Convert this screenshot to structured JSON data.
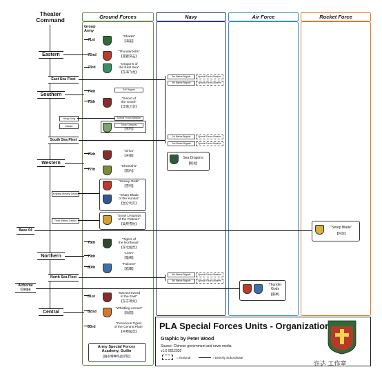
{
  "header": {
    "theater_command": "Theater\nCommand"
  },
  "columns": {
    "ground": {
      "label": "Ground Forces",
      "color": "#6b8f4e"
    },
    "navy": {
      "label": "Navy",
      "color": "#2e3a7d"
    },
    "air": {
      "label": "Air Force",
      "color": "#3a8fc9"
    },
    "rocket": {
      "label": "Rocket Force",
      "color": "#e07b24"
    }
  },
  "group_army_label": "Group\nArmy",
  "regions": {
    "eastern": "Eastern",
    "southern": "Southern",
    "western": "Western",
    "northern": "Northern",
    "central": "Central",
    "east_sea_fleet": "East Sea Fleet",
    "south_sea_fleet": "South Sea Fleet",
    "north_sea_fleet": "North Sea Fleet",
    "base64": "Base 64",
    "airborne": "Airborne\nCorps"
  },
  "small_units": {
    "hong_kong": "Hong Kong",
    "macau": "Macau",
    "xinjiang": "Xinjiang Military District",
    "tibet": "Tibet Military District"
  },
  "armies": [
    {
      "num": "71st",
      "name": "\"Sharks\"",
      "cn": "【海鲨】"
    },
    {
      "num": "72nd",
      "name": "\"Thunderbolts\"",
      "cn": "【雷霆突击】"
    },
    {
      "num": "73rd",
      "name": "\"Dragons of\nthe East Sea\"",
      "cn": "【东海飞龙】"
    },
    {
      "num": "74th",
      "name": "SoF Brigade",
      "cn": ""
    },
    {
      "num": "75th",
      "name": "\"Sword of\nthe South\"",
      "cn": "【华南之剑】"
    },
    {
      "num": "",
      "name": "Special Forces Battalion",
      "cn": ""
    },
    {
      "num": "",
      "name": "Snow Company",
      "cn": "【雪豹】"
    },
    {
      "num": "76th",
      "name": "\"Sirius\"",
      "cn": "【天狼】"
    },
    {
      "num": "77th",
      "name": "\"Cheetahs\"",
      "cn": "【猎豹】"
    },
    {
      "num": "",
      "name": "\"Snowy Owls\"",
      "cn": "【雪鸮】"
    },
    {
      "num": "",
      "name": "\"Sharp Blade\nof the Kunlun\"",
      "cn": "【昆仑利刃】"
    },
    {
      "num": "",
      "name": "\"Snow Leopards\nof the Plateau\"",
      "cn": "【高原雪豹】"
    },
    {
      "num": "78th",
      "name": "\"Tigers of\nthe Northeast\"",
      "cn": "【东北猛虎】"
    },
    {
      "num": "79th",
      "name": "\"Lions\"",
      "cn": "【雄狮】"
    },
    {
      "num": "80th",
      "name": "\"Falcons\"",
      "cn": "【猎鹰】"
    },
    {
      "num": "81st",
      "name": "\"Sacred Sword\nof the East\"",
      "cn": "【东方神剑】"
    },
    {
      "num": "82nd",
      "name": "\"Whistling Arrows\"",
      "cn": "【响箭】"
    },
    {
      "num": "83rd",
      "name": "\"Ferocious Tigers\nof the Central Plain\"",
      "cn": "【中原猛虎】"
    }
  ],
  "academy": "Army Special Forces\nAcademy, Guilin",
  "academy_cn": "【陆军特种作战学院】",
  "navy_units": {
    "marine": "3rd Marine Brigade",
    "marine2": "4th Marine Brigade",
    "sf_marines": "Special Forces Marines",
    "sf_marines2": "Special Forces Marines",
    "south1": "1st Marine Brigade",
    "south2": "2nd Marine Brigade",
    "sf3": "Special Forces Marines",
    "sf4": "Special Forces Marines",
    "north1": "5th Marine Brigade",
    "north2": "6th Marine Brigade",
    "sf5": "Special Forces Marines",
    "sf6": "Special Forces Marines",
    "sea_dragons": "Sea Dragons",
    "sea_dragons_cn": "【蛟龙】"
  },
  "air_units": {
    "thunder_gods": "Thunder\nGods",
    "thunder_cn": "【雷神】"
  },
  "rocket_units": {
    "sharp_blade": "\"Sharp Blade\"",
    "sharp_cn": "【利剑】"
  },
  "legend": {
    "title": "PLA Special Forces Units - Organization",
    "byline": "Graphic by Peter Wood",
    "source": "Source: Chinese government and news media",
    "version": "v1.0 9012020",
    "notional": "= Notional",
    "subordinate": "= Directly Subordinate"
  },
  "watermark": "许达 工作室"
}
